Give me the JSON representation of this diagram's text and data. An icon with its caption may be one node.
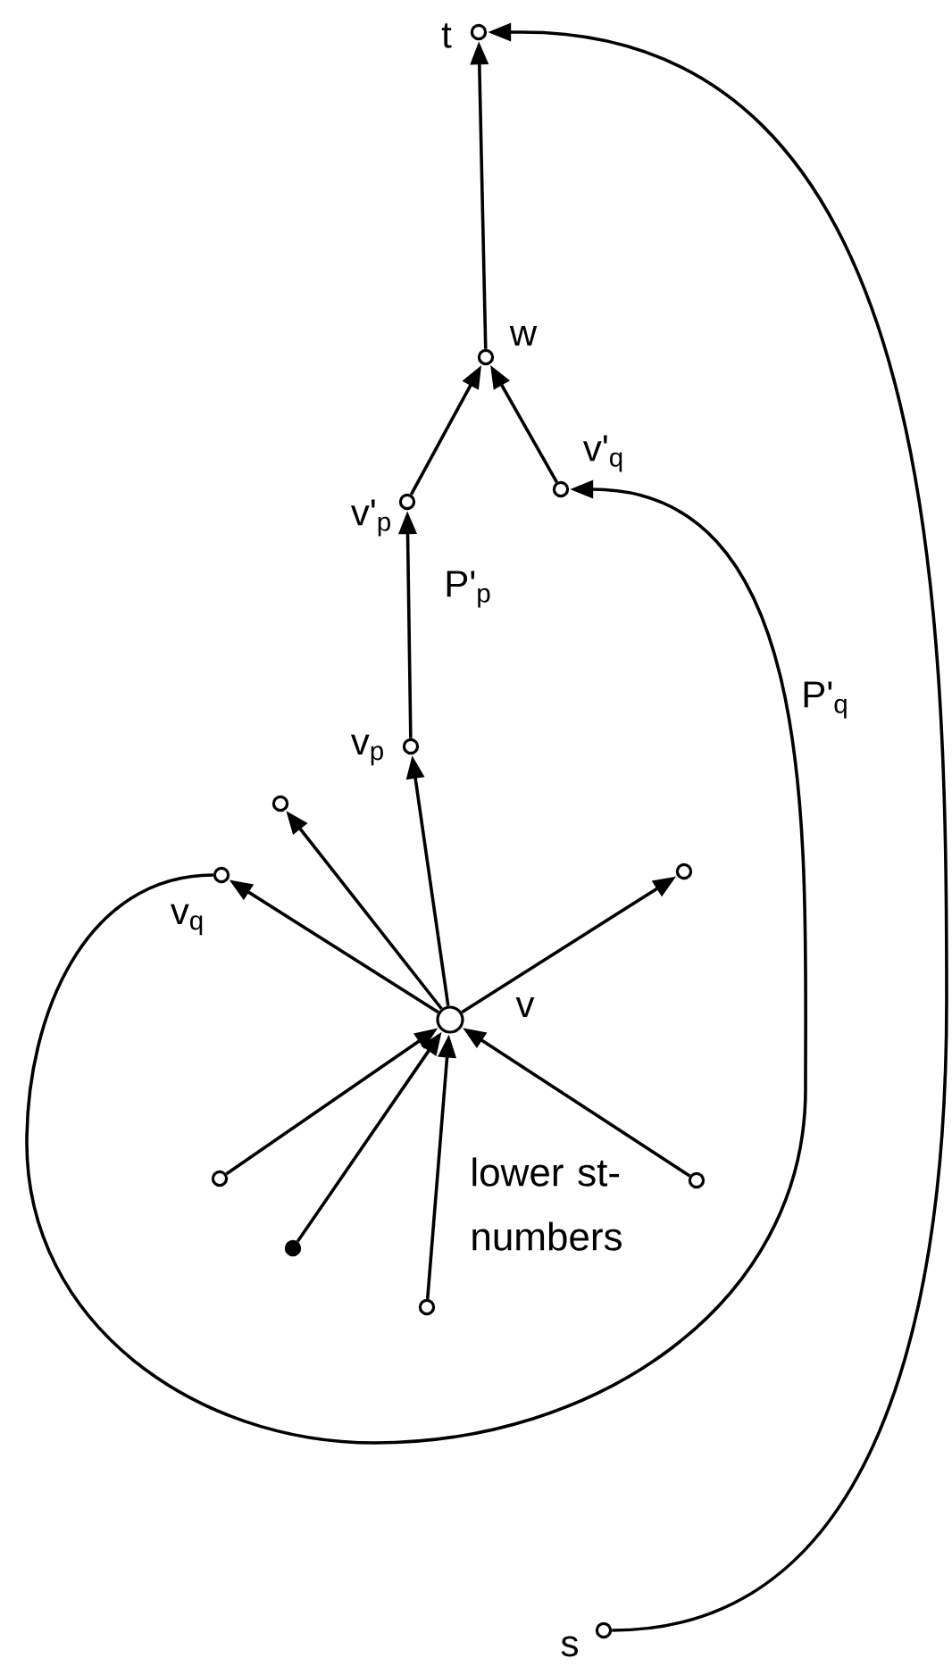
{
  "diagram": {
    "nodes": [
      {
        "text": [],
        "shape": "circle",
        "beside": [
          "t"
        ]
      },
      {
        "text": [],
        "shape": "circle",
        "beside": [
          "w"
        ]
      },
      {
        "text": [],
        "shape": "circle",
        "beside": [
          "v'$_{p}$"
        ]
      },
      {
        "text": [],
        "shape": "circle",
        "beside": [
          "v'$_{q}$"
        ]
      },
      {
        "text": [],
        "shape": "circle",
        "beside": [
          "v$_{p}$"
        ]
      },
      {
        "text": [],
        "shape": "circle"
      },
      {
        "text": [],
        "shape": "circle",
        "beside": [
          "v$_{q}$"
        ]
      },
      {
        "text": [],
        "shape": "circle"
      },
      {
        "text": [],
        "shape": "circle",
        "beside": [
          "v"
        ]
      },
      {
        "text": [],
        "shape": "circle"
      },
      {
        "text": [],
        "shape": "circle"
      },
      {
        "text": [],
        "shape": "dot"
      },
      {
        "text": [],
        "shape": "circle"
      },
      {
        "text": [],
        "shape": "circle",
        "beside": [
          "s"
        ]
      }
    ],
    "edges": [
      {
        "from": 1,
        "to": 0,
        "arrow": "to"
      },
      {
        "from": 2,
        "to": 1,
        "arrow": "to"
      },
      {
        "from": 3,
        "to": 1,
        "arrow": "to"
      },
      {
        "from": 4,
        "to": 2,
        "arrow": "to",
        "label": "P'$_{p}$"
      },
      {
        "from": 8,
        "to": 4,
        "arrow": "to"
      },
      {
        "from": 8,
        "to": 5,
        "arrow": "to"
      },
      {
        "from": 8,
        "to": 6,
        "arrow": "to"
      },
      {
        "from": 8,
        "to": 7,
        "arrow": "to"
      },
      {
        "from": 9,
        "to": 8,
        "arrow": "to"
      },
      {
        "from": 11,
        "to": 8,
        "arrow": "to"
      },
      {
        "from": 12,
        "to": 8,
        "arrow": "to"
      },
      {
        "from": 10,
        "to": 8,
        "arrow": "to"
      },
      {
        "from": 6,
        "to": 3,
        "arrow": "to",
        "label": "P'$_{q}$"
      },
      {
        "from": 13,
        "to": 0,
        "arrow": "to"
      }
    ],
    "labels": [
      "lower st-numbers"
    ]
  }
}
